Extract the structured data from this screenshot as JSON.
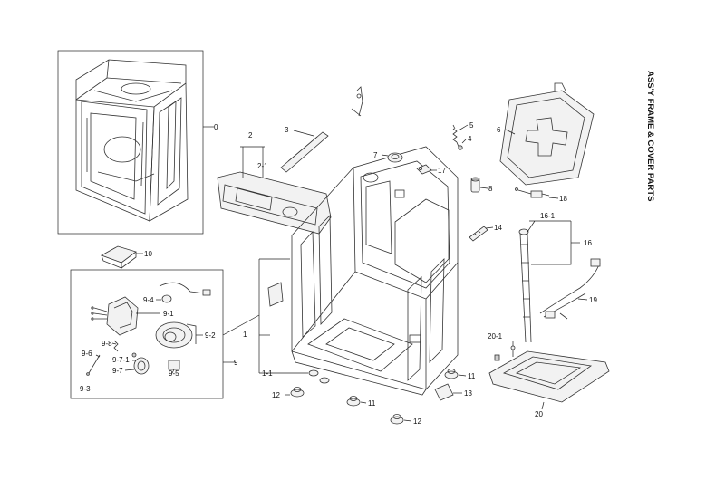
{
  "title": "ASS'Y FRAME & COVER PARTS",
  "callouts": {
    "c0": "0",
    "c2": "2",
    "c2_1": "2-1",
    "c3": "3",
    "c7": "7",
    "c17": "17",
    "c5": "5",
    "c4": "4",
    "c6": "6",
    "c8": "8",
    "c18": "18",
    "c14": "14",
    "c16_1": "16-1",
    "c16": "16",
    "c19": "19",
    "c10": "10",
    "c9_4": "9-4",
    "c9_1": "9-1",
    "c9_2": "9-2",
    "c9_8": "9-8",
    "c9_6": "9-6",
    "c9_7_1": "9-7-1",
    "c9_7": "9-7",
    "c9_5": "9-5",
    "c9_3": "9-3",
    "c9": "9",
    "c1": "1",
    "c1_1": "1-1",
    "c12a": "12",
    "c12b": "12",
    "c11a": "11",
    "c11b": "11",
    "c13": "13",
    "c20_1": "20-1",
    "c20": "20"
  }
}
